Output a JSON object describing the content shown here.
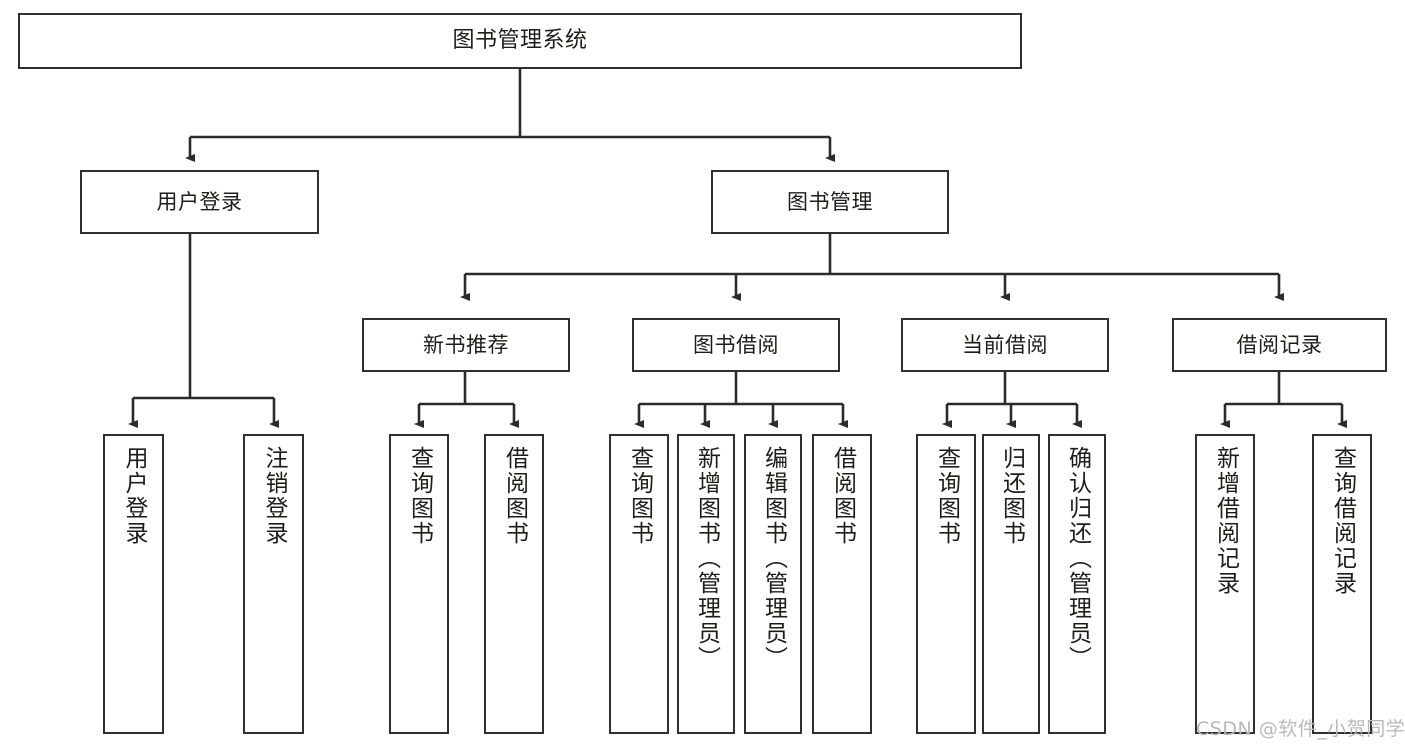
{
  "diagram": {
    "title": "图书管理系统",
    "type": "tree-hierarchy",
    "root": {
      "label": "图书管理系统"
    },
    "level2": [
      {
        "label": "用户登录"
      },
      {
        "label": "图书管理"
      }
    ],
    "level3": [
      {
        "label": "新书推荐"
      },
      {
        "label": "图书借阅"
      },
      {
        "label": "当前借阅"
      },
      {
        "label": "借阅记录"
      }
    ],
    "leaves": {
      "user_login": [
        {
          "label": "用户登录"
        },
        {
          "label": "注销登录"
        }
      ],
      "new_book_recommend": [
        {
          "label": "查询图书"
        },
        {
          "label": "借阅图书"
        }
      ],
      "book_borrow": [
        {
          "label": "查询图书"
        },
        {
          "label": "新增图书（管理员）"
        },
        {
          "label": "编辑图书（管理员）"
        },
        {
          "label": "借阅图书"
        }
      ],
      "current_borrow": [
        {
          "label": "查询图书"
        },
        {
          "label": "归还图书"
        },
        {
          "label": "确认归还（管理员）"
        }
      ],
      "borrow_record": [
        {
          "label": "新增借阅记录"
        },
        {
          "label": "查询借阅记录"
        }
      ]
    }
  },
  "watermark": {
    "text": "CSDN @软件_小贺同学"
  },
  "colors": {
    "border": "#30302f",
    "text": "#1d1d1b",
    "background": "#ffffff",
    "watermark": "#b9b9b9"
  }
}
